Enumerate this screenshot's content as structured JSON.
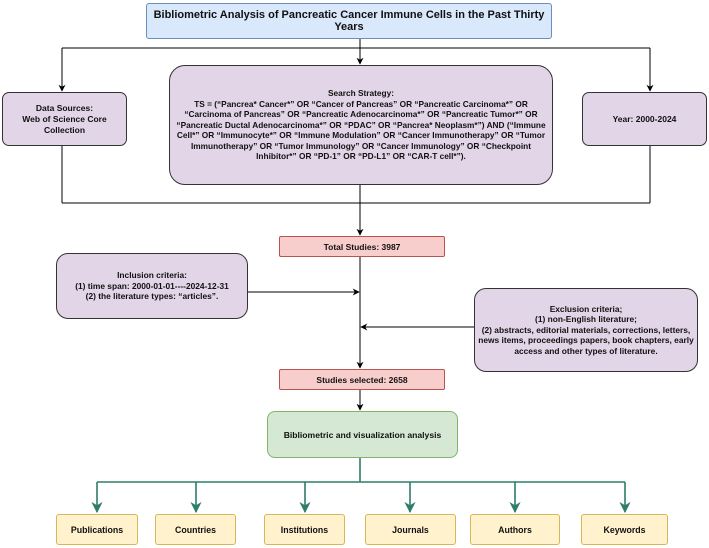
{
  "title": "Bibliometric Analysis of Pancreatic Cancer Immune Cells in the Past Thirty Years",
  "data_sources": {
    "line1": "Data Sources:",
    "line2": "Web of Science Core",
    "line3": "Collection"
  },
  "search_strategy": {
    "heading": "Search Strategy:",
    "text": "TS = (“Pancrea* Cancer*” OR “Cancer of Pancreas” OR “Pancreatic Carcinoma*” OR “Carcinoma of Pancreas” OR “Pancreatic Adenocarcinoma*” OR “Pancreatic Tumor*” OR “Pancreatic Ductal Adenocarcinoma*” OR “PDAC” OR “Pancrea* Neoplasm*”) AND (“Immune Cell*” OR “Immunocyte*” OR “Immune Modulation” OR “Cancer Immunotherapy” OR “Tumor Immunotherapy” OR “Tumor Immunology” OR “Cancer Immunology” OR “Checkpoint Inhibitor*” OR “PD-1” OR “PD-L1” OR “CAR-T cell*”)."
  },
  "year": "Year: 2000-2024",
  "total_studies": "Total Studies: 3987",
  "inclusion": {
    "heading": "Inclusion criteria:",
    "item1": "(1) time span: 2000-01-01----2024-12-31",
    "item2": "(2) the literature types: “articles”."
  },
  "exclusion": {
    "heading": "Exclusion criteria;",
    "item1": "(1) non-English literature;",
    "item2": "(2) abstracts, editorial materials, corrections, letters, news items, proceedings papers, book chapters, early access and other types of literature."
  },
  "studies_selected": "Studies selected: 2658",
  "analysis": "Bibliometric and visualization analysis",
  "outputs": {
    "publications": "Publications",
    "countries": "Countries",
    "institutions": "Institutions",
    "journals": "Journals",
    "authors": "Authors",
    "keywords": "Keywords"
  },
  "colors": {
    "title_fill": "#dae8fc",
    "criteria_fill": "#e1d5e7",
    "count_fill": "#f8cecc",
    "analysis_fill": "#d5e8d4",
    "output_fill": "#fff2cc",
    "output_arrow": "#2e7d6b"
  }
}
